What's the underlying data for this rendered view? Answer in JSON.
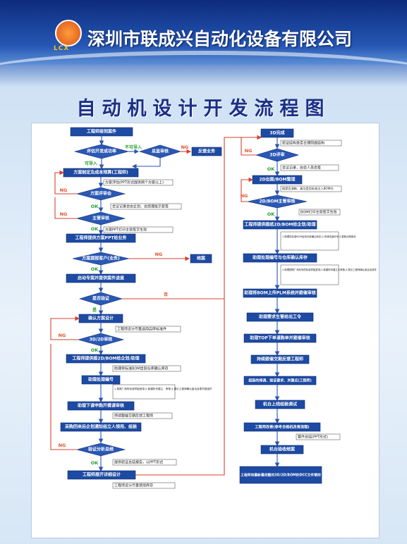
{
  "header": {
    "company": "深圳市联成兴自动化设备有限公司",
    "logo_text": "LCX"
  },
  "title": "自动机设计开发流程图",
  "boxes": {
    "b1": "工程师接到案件",
    "b_feedback": "反馈业务",
    "b_plan": "方案制定及成本预算(工程师)",
    "b_ppt": "工程师提供方案PPT给业务",
    "b_close": "结案",
    "b_start": "启动专案并提供案件进度",
    "b_confirm": "确认方案设计",
    "b_out2d": "工程师提供图2D/BOM给企划/助理",
    "b_asst_code": "助理处理编号",
    "b_purchase": "助理下请申购开模请审核",
    "b_prep": "采购回来后企划通知组立人领用、组装",
    "b_detail": "工程师展开详细设计",
    "b_out2": "2D出图/BOM整理",
    "b_give2d": "工程师提供图纸2D/BOM给企划/助理",
    "b_asst_bom": "助理处理编号与仓库确认库存",
    "b_plm": "助理将BOM上传PLM系统并跟催审核",
    "b_outwork": "助理要求生管给出工令",
    "b_top": "助理TOP下单请购单并跟催审核",
    "b_follow": "持续跟催交期反馈工程师",
    "b_assemble": "组装的排调、验证要求、关键点(工程师)",
    "b_machine": "机台上线组装调试",
    "b_summary": "工程师改善(参考合格机改善流程)",
    "b_accept": "机台验收结案",
    "b_final": "工程师将最新最完整的3D/2D/BOM的DCC文件管控"
  },
  "diamonds": {
    "d_eval": "评估开发成功率",
    "d_boss": "总监审核",
    "d_plan_review": "方案评审会",
    "d_mgr": "主管审核",
    "d_customer": "方案提报客户(业务)",
    "d_verify": "是否验证",
    "d_3d2d": "3D/2D审核",
    "d_verify_sum": "验证分析总结",
    "d_3dfin": "3D完成",
    "d_3dreview": "3D评审",
    "d_bom_mgr": "2D/BOM主管审核"
  },
  "notes": {
    "n1": "方案评估(PPT形式提供两个方案以上)",
    "n2": "会议记录会由企划、总经理批示复签",
    "n3": "方案PPT打印主管签字生效",
    "n4": "工程师设计尽量选用店库标准件",
    "n5": "助理将标准BOM给到仓库确认库存",
    "n6": "1.按照厂商的标准样板登录;2.新建料号建立、审核;3.提示工程师确认组合及零件数组件",
    "n7": "持续跟催交期反馈工程师",
    "n8": "提供验证总结报告，以PPT形式",
    "n9": "工程师设计尽量使用库存",
    "m1": "验证结构是否合理则提结构",
    "m2": "会议记录，由会人员会签",
    "m3": "图是否清晰、真位是否标准注入BOM内",
    "m4": "BOM打印主管签字生效",
    "m5": "1.助理将标准BOM给到仓库确认库存;2.申请成品料号;3.更新对照库存",
    "m6": "1.助理按照厂商料号的标准样板登录;2.新建料号建立与审核;3.提示工程师确认组合及零件",
    "m7": "要件总结(PPT形式)"
  },
  "labels": {
    "ok": "OK",
    "ng": "NG",
    "not_import": "不可导入",
    "can_import": "可导入",
    "yes": "是",
    "no": "否"
  },
  "colors": {
    "box": "#1d4aa3",
    "ok": "#2a9e2e",
    "ng": "#e0532e",
    "title": "#1c2f86"
  }
}
